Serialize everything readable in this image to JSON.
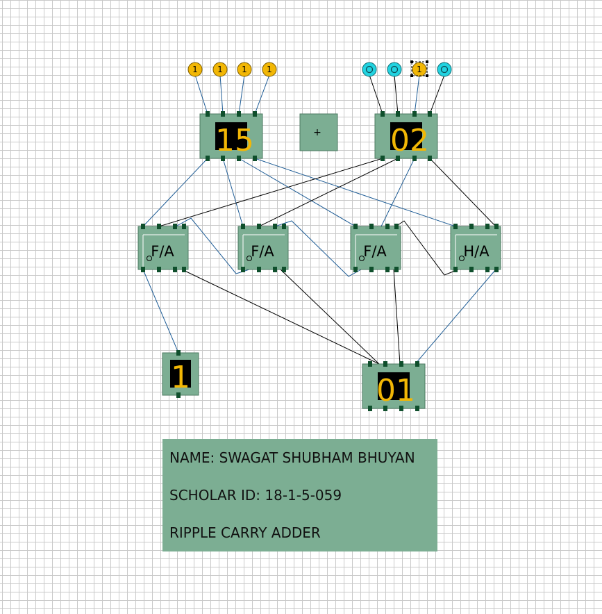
{
  "inputs_a": [
    {
      "value": "1",
      "state": "on"
    },
    {
      "value": "1",
      "state": "on"
    },
    {
      "value": "1",
      "state": "on"
    },
    {
      "value": "1",
      "state": "on"
    }
  ],
  "inputs_b": [
    {
      "value": "",
      "state": "off"
    },
    {
      "value": "",
      "state": "off"
    },
    {
      "value": "1",
      "state": "on",
      "selected": true
    },
    {
      "value": "",
      "state": "off"
    }
  ],
  "display_a": "15",
  "display_b": "02",
  "operator_label": "+",
  "adders": [
    {
      "label": "F/A"
    },
    {
      "label": "F/A"
    },
    {
      "label": "F/A"
    },
    {
      "label": "H/A"
    }
  ],
  "carry_display": "1",
  "sum_display": "01",
  "info": {
    "name": "NAME: SWAGAT SHUBHAM BHUYAN",
    "scholar_id": "SCHOLAR ID: 18-1-5-059",
    "title": "RIPPLE CARRY ADDER"
  },
  "colors": {
    "on_bit": "#f2b705",
    "off_bit": "#22d3e0",
    "chip": "#7cae93",
    "pin": "#0f4f2c",
    "wire_blue": "#1f5d96",
    "wire_black": "#000000",
    "display_text": "#f2b705"
  }
}
